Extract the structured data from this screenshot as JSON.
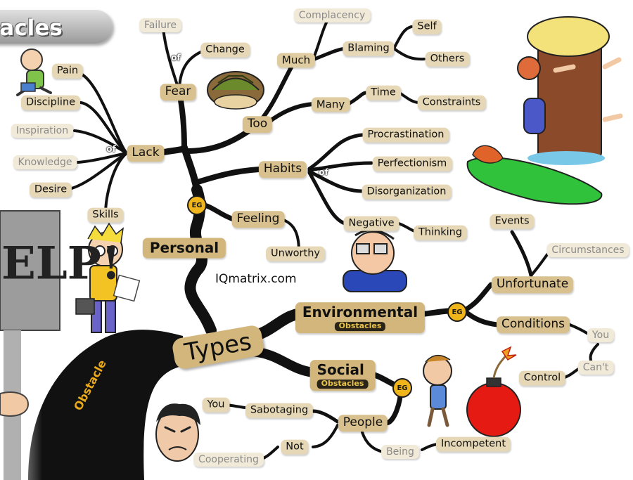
{
  "header": {
    "banner": "stacles"
  },
  "watermark": "IQmatrix.com",
  "root": {
    "label": "Obstacle"
  },
  "center": {
    "label": "Types"
  },
  "sign": {
    "text": "ELP!"
  },
  "eg_label": "EG",
  "of_label": "of",
  "personal": {
    "label": "Personal",
    "lack": {
      "label": "Lack",
      "items": [
        "Pain",
        "Discipline",
        "Inspiration",
        "Knowledge",
        "Desire",
        "Skills"
      ]
    },
    "fear": {
      "label": "Fear",
      "items": [
        "Failure",
        "Change"
      ]
    },
    "too": {
      "label": "Too",
      "much": {
        "label": "Much",
        "complacency": "Complacency",
        "blaming": "Blaming",
        "self": "Self",
        "others": "Others"
      },
      "many": {
        "label": "Many",
        "time": "Time",
        "constraints": "Constraints"
      }
    },
    "habits": {
      "label": "Habits",
      "items": [
        "Procrastination",
        "Perfectionism",
        "Disorganization"
      ],
      "negative": "Negative",
      "thinking": "Thinking"
    },
    "feeling": {
      "label": "Feeling",
      "unworthy": "Unworthy"
    }
  },
  "environmental": {
    "label": "Environmental",
    "sub": "Obstacles",
    "unfortunate": {
      "label": "Unfortunate",
      "events": "Events",
      "circumstances": "Circumstances"
    },
    "conditions": {
      "label": "Conditions",
      "you": "You",
      "cant": "Can't",
      "control": "Control"
    }
  },
  "social": {
    "label": "Social",
    "sub": "Obstacles",
    "people": {
      "label": "People",
      "sabotaging": "Sabotaging",
      "you": "You",
      "not": "Not",
      "cooperating": "Cooperating",
      "being": "Being",
      "incompetent": "Incompetent"
    }
  },
  "colors": {
    "branch": "#111111",
    "node_primary": "#d8c18e",
    "node_secondary": "#dfcca0",
    "node_leaf": "#f2ead8",
    "eg_badge": "#f1b51c",
    "obstacle_text": "#e9a91a",
    "background": "#ffffff"
  },
  "illustrations": [
    "crying-kid",
    "hiding-turtle",
    "hugging-tree",
    "surfboard",
    "worried-boy-with-books",
    "nervous-man",
    "angry-man",
    "scared-man",
    "bomb"
  ]
}
